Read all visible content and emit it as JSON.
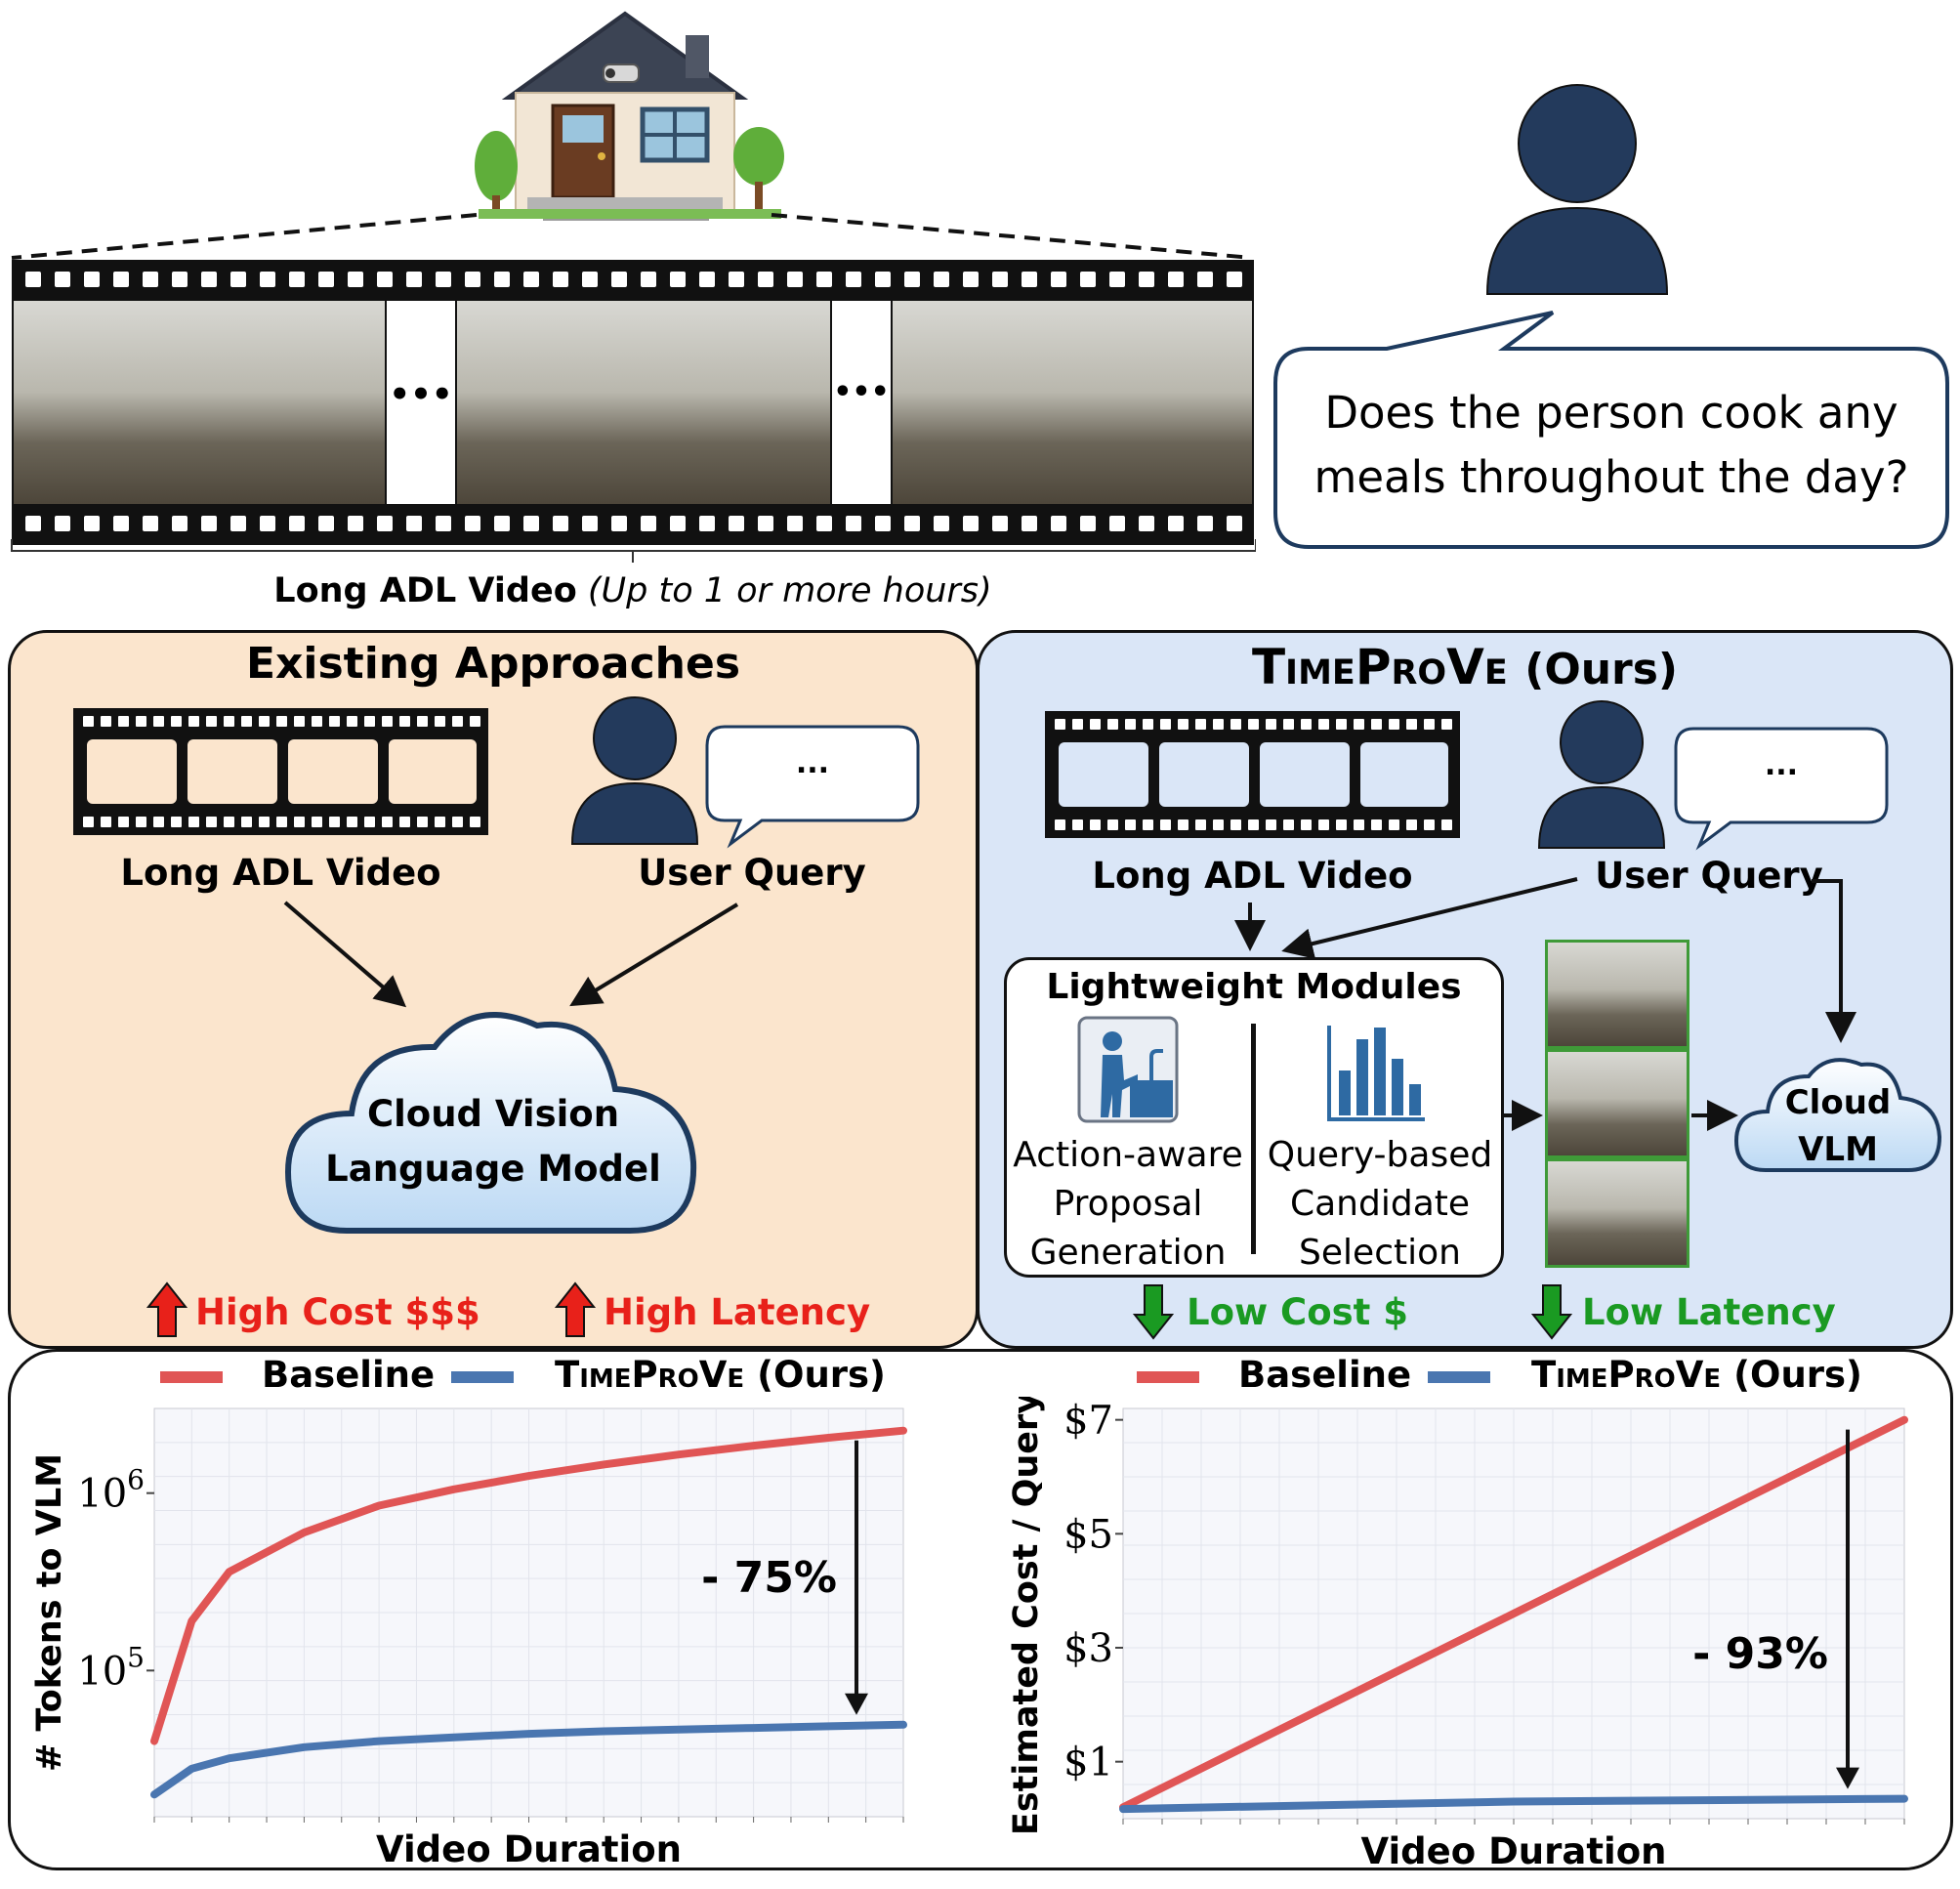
{
  "top": {
    "query_text_line1": "Does the person cook any",
    "query_text_line2": "meals throughout the day?",
    "video_caption_bold": "Long ADL Video",
    "video_caption_italic": "(Up to 1 or more hours)",
    "film_ellipsis": "•••"
  },
  "existing": {
    "title": "Existing Approaches",
    "video_label": "Long ADL Video",
    "query_label": "User Query",
    "bubble_text": "...",
    "cloud_line1": "Cloud Vision",
    "cloud_line2": "Language Model",
    "cost_label": "High Cost $$$",
    "latency_label": "High Latency"
  },
  "ours": {
    "title_main": "TimeProVe",
    "title_suffix": "(Ours)",
    "video_label": "Long ADL Video",
    "query_label": "User Query",
    "bubble_text": "...",
    "modules_title": "Lightweight Modules",
    "module1_lines": [
      "Action-aware",
      "Proposal",
      "Generation"
    ],
    "module2_lines": [
      "Query-based",
      "Candidate",
      "Selection"
    ],
    "cloud_line1": "Cloud",
    "cloud_line2": "VLM",
    "cost_label": "Low Cost $",
    "latency_label": "Low Latency"
  },
  "colors": {
    "baseline": "#e05555",
    "timeprove": "#4a76b0",
    "up_arrow": "#e8211a",
    "down_arrow": "#1a9a22"
  },
  "chart_data": [
    {
      "type": "line",
      "title": "",
      "xlabel": "Video Duration",
      "ylabel": "# Tokens to VLM",
      "y_scale": "log",
      "y_tick_labels": [
        "10^6",
        "10^5"
      ],
      "y_ticks": [
        1000000,
        100000
      ],
      "ylim": [
        15000,
        3000000
      ],
      "x": [
        0.0,
        0.05,
        0.1,
        0.2,
        0.3,
        0.4,
        0.5,
        0.6,
        0.7,
        0.8,
        0.9,
        1.0
      ],
      "series": [
        {
          "name": "Baseline",
          "values": [
            40000,
            190000,
            360000,
            600000,
            850000,
            1050000,
            1250000,
            1450000,
            1650000,
            1850000,
            2050000,
            2250000
          ]
        },
        {
          "name": "TimeProVe (Ours)",
          "values": [
            20000,
            28000,
            32000,
            37000,
            40000,
            42000,
            44000,
            45500,
            46500,
            47500,
            48500,
            49500
          ]
        }
      ],
      "annotation": "- 75%",
      "legend": "top"
    },
    {
      "type": "line",
      "title": "",
      "xlabel": "Video Duration",
      "ylabel": "Estimated Cost / Query",
      "y_tick_labels": [
        "$7",
        "$5",
        "$3",
        "$1"
      ],
      "y_ticks": [
        7,
        5,
        3,
        1
      ],
      "ylim": [
        0,
        7.2
      ],
      "x": [
        0.0,
        0.5,
        1.0
      ],
      "series": [
        {
          "name": "Baseline",
          "values": [
            0.2,
            3.6,
            7.0
          ]
        },
        {
          "name": "TimeProVe (Ours)",
          "values": [
            0.17,
            0.3,
            0.35
          ]
        }
      ],
      "annotation": "- 93%",
      "legend": "top"
    }
  ]
}
